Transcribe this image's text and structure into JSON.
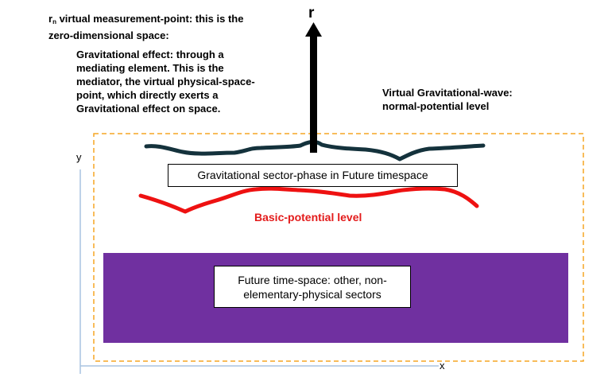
{
  "labels": {
    "measurement_point_prefix": "r",
    "measurement_point_sub": "n",
    "measurement_point_line1": " virtual measurement-point: this is the",
    "measurement_point_line2": "zero-dimensional space:",
    "mediator_line1": "Gravitational effect: through a",
    "mediator_line2": "mediating element. This is the",
    "mediator_line3_a": "mediator, the ",
    "mediator_line3_b": "virtual physical-space-",
    "mediator_line4": "point, which directly exerts a",
    "mediator_line5": "Gravitational effect on space.",
    "virtual_wave_line1": "Virtual Gravitational-wave:",
    "virtual_wave_line2": "normal-potential level",
    "r_arrow": "r",
    "sector_phase_box": "Gravitational sector-phase in Future timespace",
    "basic_potential": "Basic-potential level",
    "future_box_line1": "Future time-space: other, non-",
    "future_box_line2": "elementary-physical sectors",
    "axis_y": "y",
    "axis_x": "x"
  },
  "colors": {
    "wave_dark": "#14323c",
    "wave_red": "#ee1111",
    "basic_potential_text": "#e31b1b",
    "purple_block": "#7030a0",
    "dashed_border": "#f5a623",
    "axis_line": "#a9c4e0",
    "arrow": "#000000"
  }
}
